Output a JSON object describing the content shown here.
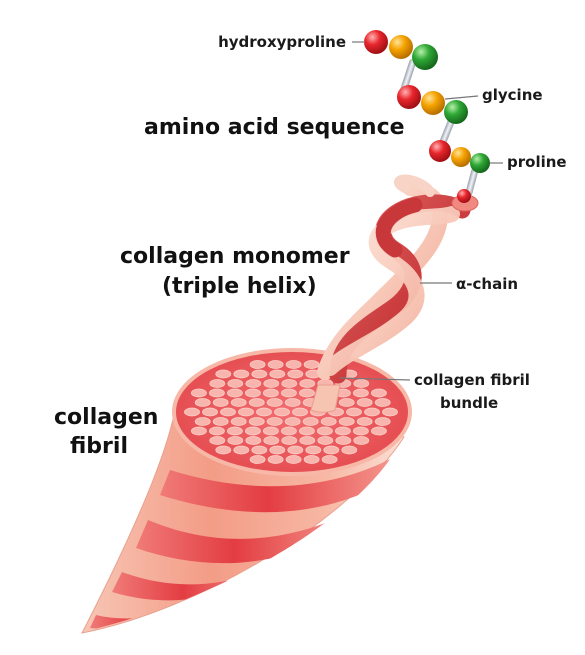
{
  "labels": {
    "hydroxyproline": "hydroxyproline",
    "glycine": "glycine",
    "proline": "proline",
    "amino_acid_sequence": "amino acid sequence",
    "collagen_monomer_line1": "collagen monomer",
    "collagen_monomer_line2": "(triple helix)",
    "alpha_chain": "α-chain",
    "fibril_bundle_line1": "collagen fibril",
    "fibril_bundle_line2": "bundle",
    "collagen_fibril_line1": "collagen",
    "collagen_fibril_line2": "fibril"
  },
  "colors": {
    "hydroxyproline": "#e8262d",
    "glycine": "#f5a300",
    "proline": "#2fa836",
    "fibril_light": "#f6b3a0",
    "fibril_dark": "#e9484b",
    "helix_dark": "#c8383a",
    "helix_light": "#f8cfc2"
  }
}
